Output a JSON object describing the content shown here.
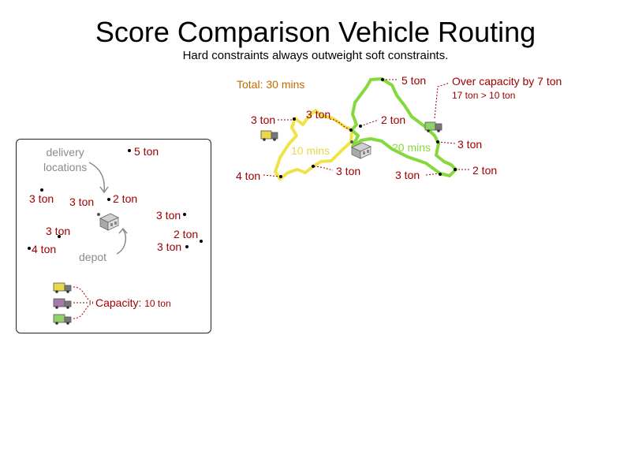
{
  "title": "Score Comparison Vehicle Routing",
  "subtitle": "Hard constraints always outweight soft constraints.",
  "legend": {
    "delivery_locations": "delivery\nlocations",
    "depot": "depot",
    "capacity_label": "Capacity:",
    "capacity_value": "10 ton",
    "loads": [
      "5 ton",
      "3 ton",
      "3 ton",
      "2 ton",
      "3 ton",
      "3 ton",
      "2 ton",
      "4 ton",
      "3 ton"
    ],
    "truck_colors": [
      "#e8d84a",
      "#a678a8",
      "#8fd26a"
    ]
  },
  "route": {
    "total": "Total: 30 mins",
    "yellow_time": "10 mins",
    "green_time": "20 mins",
    "over_capacity": "Over capacity by 7 ton",
    "over_detail": "17 ton > 10 ton",
    "loads": {
      "l1": "3 ton",
      "l2": "3 ton",
      "l3": "5 ton",
      "l4": "2 ton",
      "l5": "3 ton",
      "l6": "2 ton",
      "l7": "3 ton",
      "l8": "3 ton",
      "l9": "4 ton"
    },
    "colors": {
      "yellow": "#f2e24a",
      "green": "#86d93c"
    }
  }
}
